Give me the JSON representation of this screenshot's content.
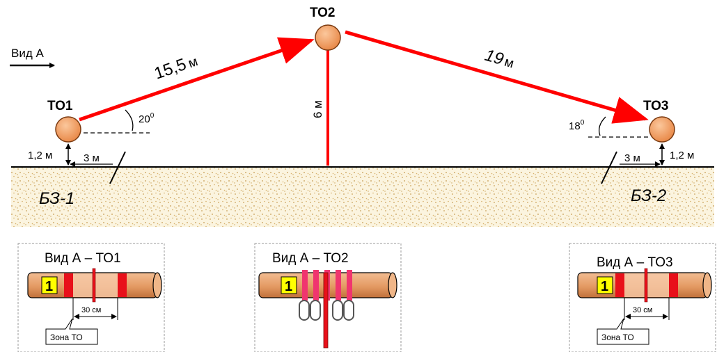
{
  "view_arrow": {
    "label": "Вид А"
  },
  "nodes": {
    "to1": {
      "label": "ТО1"
    },
    "to2": {
      "label": "ТО2"
    },
    "to3": {
      "label": "ТО3"
    }
  },
  "spans": {
    "to1_to2": {
      "length": "15,5",
      "unit": "м"
    },
    "to2_to3": {
      "length": "19",
      "unit": "м"
    }
  },
  "measurements": {
    "to2_height": "6 м",
    "to1_height": "1,2 м",
    "to3_height": "1,2 м",
    "to1_offset": "3 м",
    "to3_offset": "3 м",
    "to1_angle": {
      "value": "20",
      "sup": "0"
    },
    "to3_angle": {
      "value": "18",
      "sup": "0"
    }
  },
  "zones": {
    "left": "БЗ-1",
    "right": "БЗ-2"
  },
  "insets": {
    "to1": {
      "title": "Вид А – ТО1",
      "tag": "1",
      "dimension": "30 см",
      "callout": "Зона ТО"
    },
    "to2": {
      "title": "Вид А – ТО2",
      "tag": "1"
    },
    "to3": {
      "title": "Вид А – ТО3",
      "tag": "1",
      "dimension": "30 см",
      "callout": "Зона ТО"
    }
  },
  "colors": {
    "line_red": "#ff0000",
    "node_fill": "#f4a06a",
    "node_stroke": "#7a3a10",
    "pipe_fill": "#e9a878",
    "soil_fill": "#fbf4df",
    "soil_dots": "#c9a25a",
    "tag_fill": "#ffff00",
    "band_red": "#e8101a",
    "band_pink": "#f0356f"
  }
}
